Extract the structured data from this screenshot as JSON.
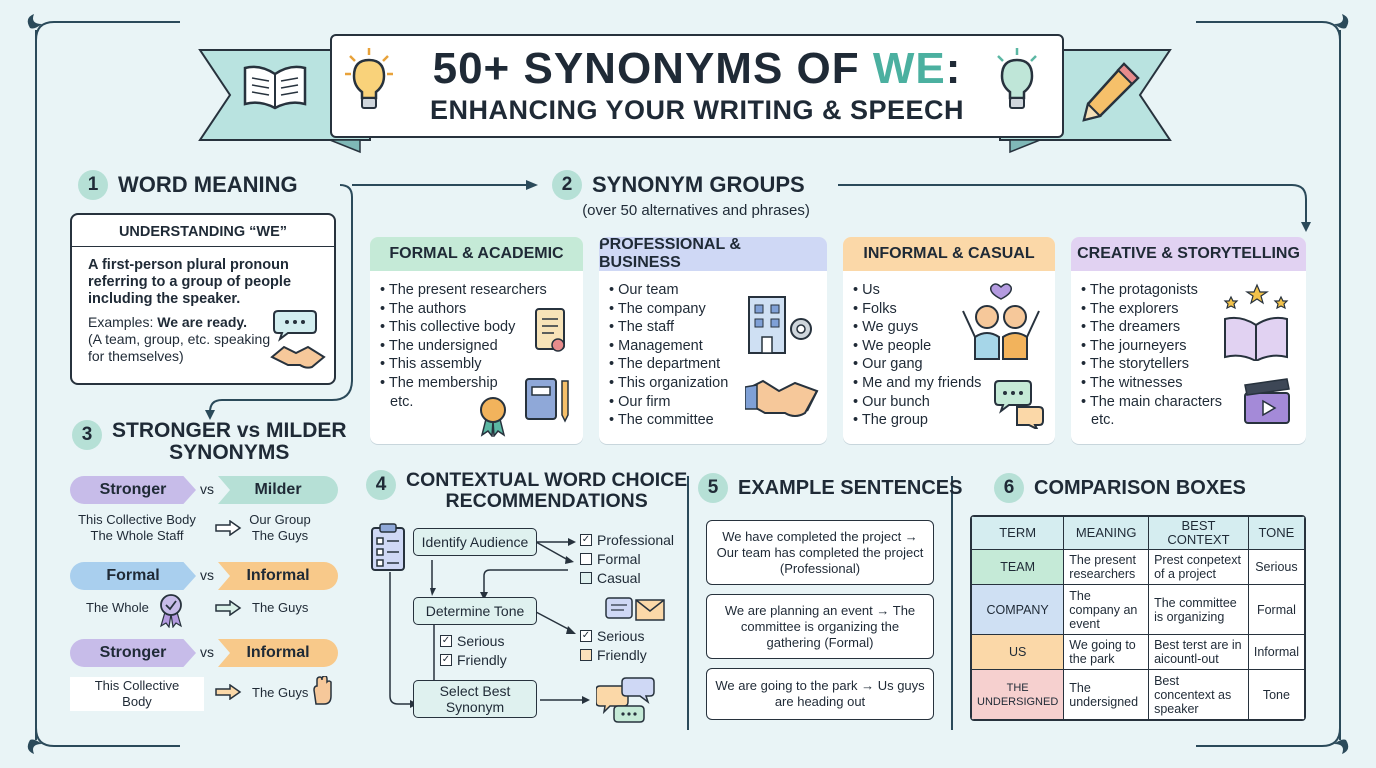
{
  "title": {
    "line1_prefix": "50+ SYNONYMS OF ",
    "line1_highlight": "WE",
    "line1_suffix": ":",
    "line2": "ENHANCING YOUR WRITING & SPEECH"
  },
  "colors": {
    "teal": "#5bb7a3",
    "highlight": "#4bb0a0",
    "formal_head": "#c5ead7",
    "professional_head": "#cfd8f5",
    "informal_head": "#fbd8a8",
    "creative_head": "#e1d2f2"
  },
  "section1": {
    "number": "1",
    "title": "WORD MEANING",
    "card_title": "UNDERSTANDING “WE”",
    "definition": "A first-person plural pronoun referring to a group of people including the speaker.",
    "examples_label": "Examples: ",
    "examples_value": "We are ready.",
    "examples_note": "(A team, group, etc. speaking for themselves)"
  },
  "section2": {
    "number": "2",
    "title": "SYNONYM GROUPS",
    "subtitle": "(over 50 alternatives and phrases)",
    "groups": [
      {
        "title": "FORMAL & ACADEMIC",
        "items": [
          "The present researchers",
          "The authors",
          "This collective body",
          "The undersigned",
          "This assembly",
          "The membership"
        ],
        "extra": "etc."
      },
      {
        "title": "PROFESSIONAL & BUSINESS",
        "items": [
          "Our team",
          "The company",
          "The staff",
          "Management",
          "The department",
          "This organization",
          "Our firm",
          "The committee"
        ],
        "extra": ""
      },
      {
        "title": "INFORMAL & CASUAL",
        "items": [
          "Us",
          "Folks",
          "We guys",
          "We people",
          "Our gang",
          "Me and my friends",
          "Our bunch",
          "The group"
        ],
        "extra": ""
      },
      {
        "title": "CREATIVE & STORYTELLING",
        "items": [
          "The protagonists",
          "The explorers",
          "The dreamers",
          "The journeyers",
          "The storytellers",
          "The witnesses",
          "The main characters"
        ],
        "extra": "etc."
      }
    ]
  },
  "section3": {
    "number": "3",
    "title_line1": "STRONGER vs MILDER",
    "title_line2": "SYNONYMS",
    "vs": "vs",
    "pairs": [
      {
        "left": "Stronger",
        "right": "Milder",
        "left_ex": "This Collective Body\nThe Whole Staff",
        "right_ex": "Our Group\nThe Guys"
      },
      {
        "left": "Formal",
        "right": "Informal",
        "left_ex": "The Whole",
        "right_ex": "The Guys"
      },
      {
        "left": "Stronger",
        "right": "Informal",
        "left_ex": "This Collective\nBody",
        "right_ex": "The Guys"
      }
    ]
  },
  "section4": {
    "number": "4",
    "title_line1": "CONTEXTUAL WORD CHOICE",
    "title_line2": "RECOMMENDATIONS",
    "step1": "Identify Audience",
    "step2": "Determine Tone",
    "step3": "Select Best Synonym",
    "audience": [
      "Professional",
      "Formal",
      "Casual"
    ],
    "tone_left": [
      "Serious",
      "Friendly"
    ],
    "tone_right": [
      "Serious",
      "Friendly"
    ]
  },
  "section5": {
    "number": "5",
    "title": "EXAMPLE SENTENCES",
    "sentences": [
      "We have completed the project → Our team has completed the project (Professional)",
      "We are planning an event → The committee is organizing the gathering (Formal)",
      "We are going to the park → Us guys are heading out"
    ]
  },
  "section6": {
    "number": "6",
    "title": "COMPARISON BOXES",
    "headers": [
      "TERM",
      "MEANING",
      "BEST CONTEXT",
      "TONE"
    ],
    "rows": [
      {
        "term": "TEAM",
        "meaning": "The present researchers",
        "context": "Prest conpetext of a project",
        "tone": "Serious",
        "color": "#c5ead7"
      },
      {
        "term": "COMPANY",
        "meaning": "The company an event",
        "context": "The committee is organizing",
        "tone": "Formal",
        "color": "#cfe0f3"
      },
      {
        "term": "US",
        "meaning": "We going to the park",
        "context": "Best terst are in aicountl-out",
        "tone": "Informal",
        "color": "#fbd8a8"
      },
      {
        "term": "THE UNDERSIGNED",
        "meaning": "The undersigned",
        "context": "Best concentext as speaker",
        "tone": "Tone",
        "color": "#f6d0cf"
      }
    ]
  }
}
